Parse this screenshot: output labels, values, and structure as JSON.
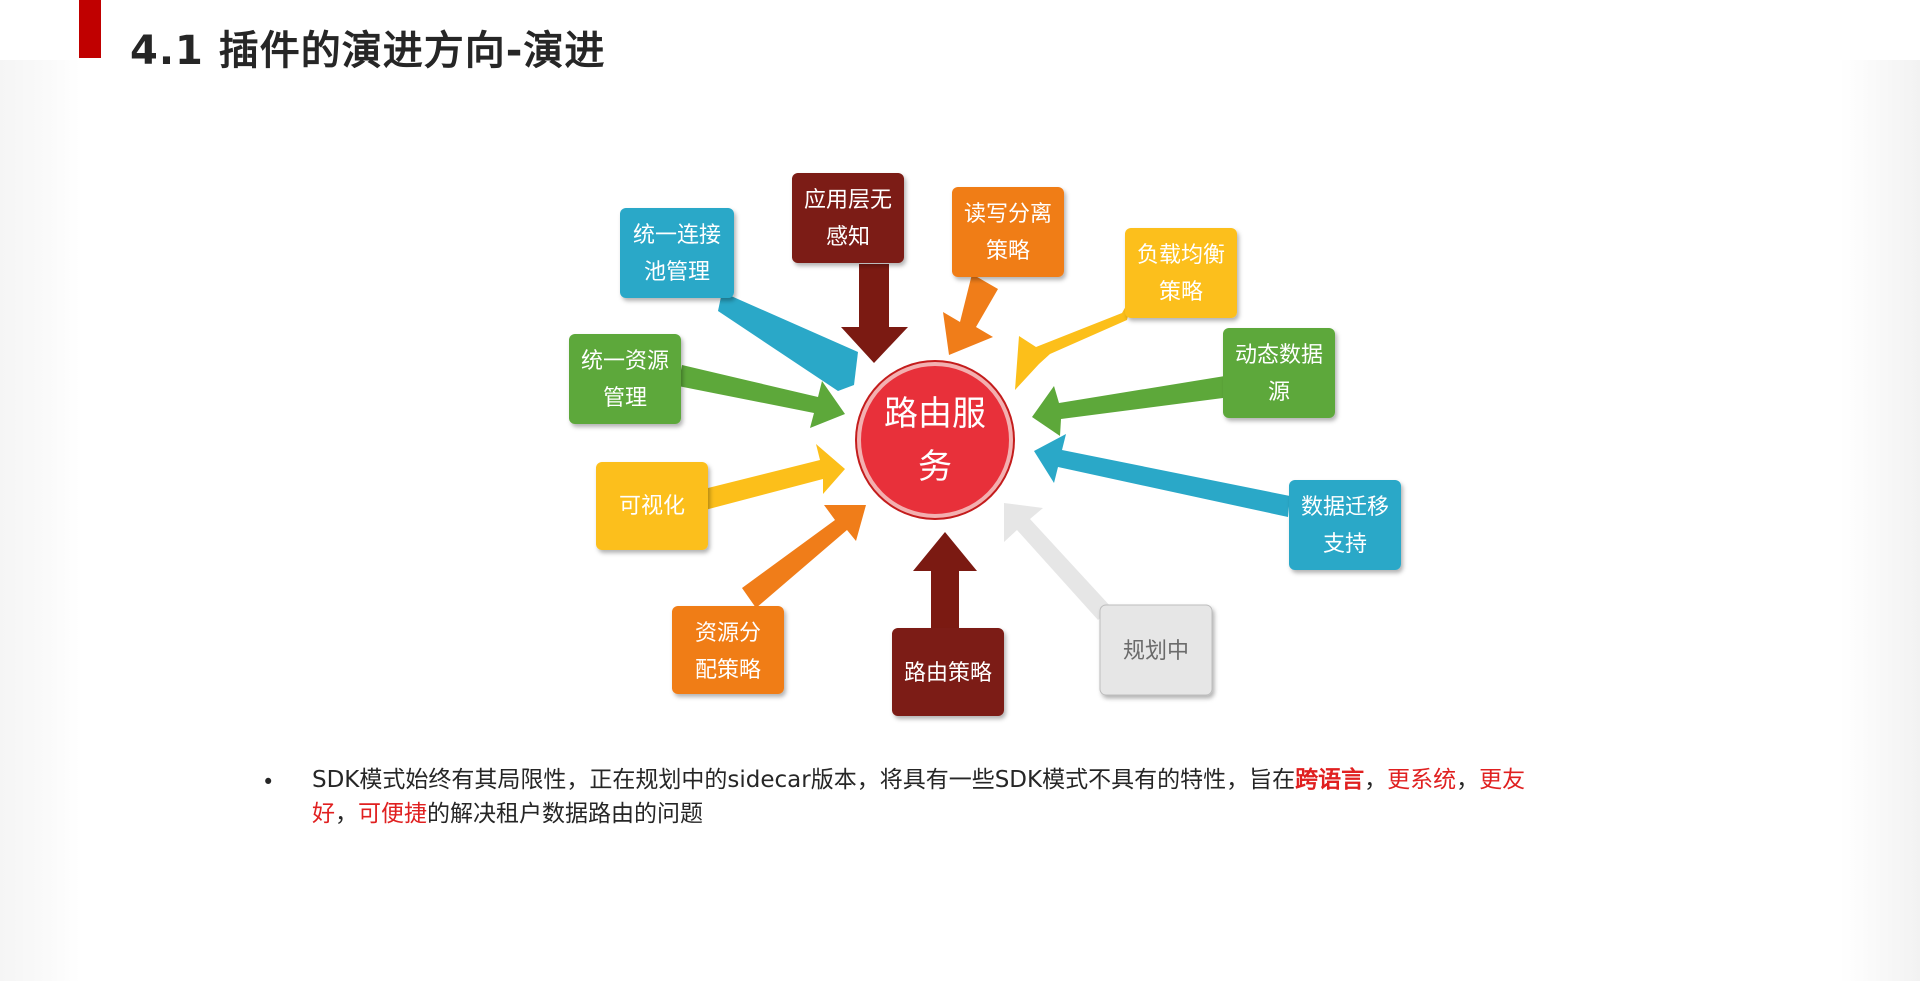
{
  "title": "4.1 插件的演进方向-演进",
  "center": {
    "lines": [
      "路由服",
      "务"
    ],
    "color": "#e8303a"
  },
  "nodes": [
    {
      "id": "pool",
      "lines": [
        "统一连接",
        "池管理"
      ],
      "color": "#2aa8c8"
    },
    {
      "id": "app",
      "lines": [
        "应用层无",
        "感知"
      ],
      "color": "#7b1a12"
    },
    {
      "id": "rw",
      "lines": [
        "读写分离",
        "策略"
      ],
      "color": "#f07d19"
    },
    {
      "id": "lb",
      "lines": [
        "负载均衡",
        "策略"
      ],
      "color": "#fcbf1a"
    },
    {
      "id": "dynamic",
      "lines": [
        "动态数据",
        "源"
      ],
      "color": "#5da83a"
    },
    {
      "id": "migrate",
      "lines": [
        "数据迁移",
        "支持"
      ],
      "color": "#2aa8c8"
    },
    {
      "id": "planning",
      "lines": [
        "规划中"
      ],
      "color": "#e6e6e6"
    },
    {
      "id": "route",
      "lines": [
        "路由策略"
      ],
      "color": "#7b1a12"
    },
    {
      "id": "alloc",
      "lines": [
        "资源分",
        "配策略"
      ],
      "color": "#f07d19"
    },
    {
      "id": "visual",
      "lines": [
        "可视化"
      ],
      "color": "#fcbf1a"
    },
    {
      "id": "resource",
      "lines": [
        "统一资源",
        "管理"
      ],
      "color": "#5da83a"
    }
  ],
  "note": {
    "segments": [
      {
        "text": "SDK模式始终有其局限性，正在规划中的sidecar版本，将具有一些SDK模式不具有的特性，旨在",
        "style": "normal"
      },
      {
        "text": "跨语言",
        "style": "strong"
      },
      {
        "text": "，",
        "style": "normal"
      },
      {
        "text": "更系统",
        "style": "emph"
      },
      {
        "text": "，",
        "style": "normal"
      },
      {
        "text": "更友好",
        "style": "emph"
      },
      {
        "text": "，",
        "style": "normal"
      },
      {
        "text": "可便捷",
        "style": "emph"
      },
      {
        "text": "的解决租户数据路由的问题",
        "style": "normal"
      }
    ]
  }
}
